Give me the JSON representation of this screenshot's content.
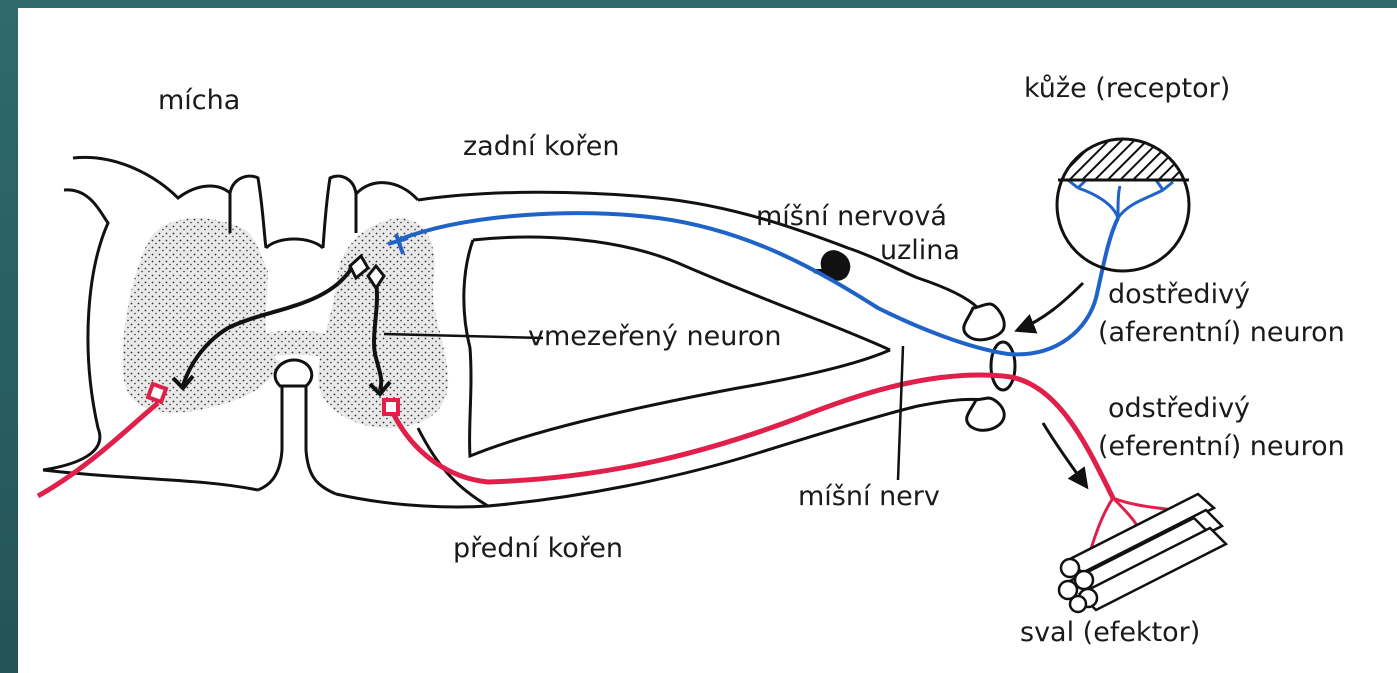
{
  "labels": {
    "micha": "mícha",
    "zadni_koren": "zadní kořen",
    "kuze": "kůže (receptor)",
    "misni_nervova_1": "míšní nervová",
    "misni_nervova_2": "uzlina",
    "dostredivy_1": "dostředivý",
    "dostredivy_2": "(aferentní) neuron",
    "vmezereny": "vmezeřený neuron",
    "odstredivy_1": "odstředivý",
    "odstredivy_2": "(eferentní) neuron",
    "misni_nerv": "míšní nerv",
    "predni_koren": "přední kořen",
    "sval": "sval (efektor)"
  },
  "colors": {
    "afferent": "#1f63c8",
    "efferent": "#e0204a",
    "outline": "#111111",
    "background_frame": "#2b5e63"
  }
}
